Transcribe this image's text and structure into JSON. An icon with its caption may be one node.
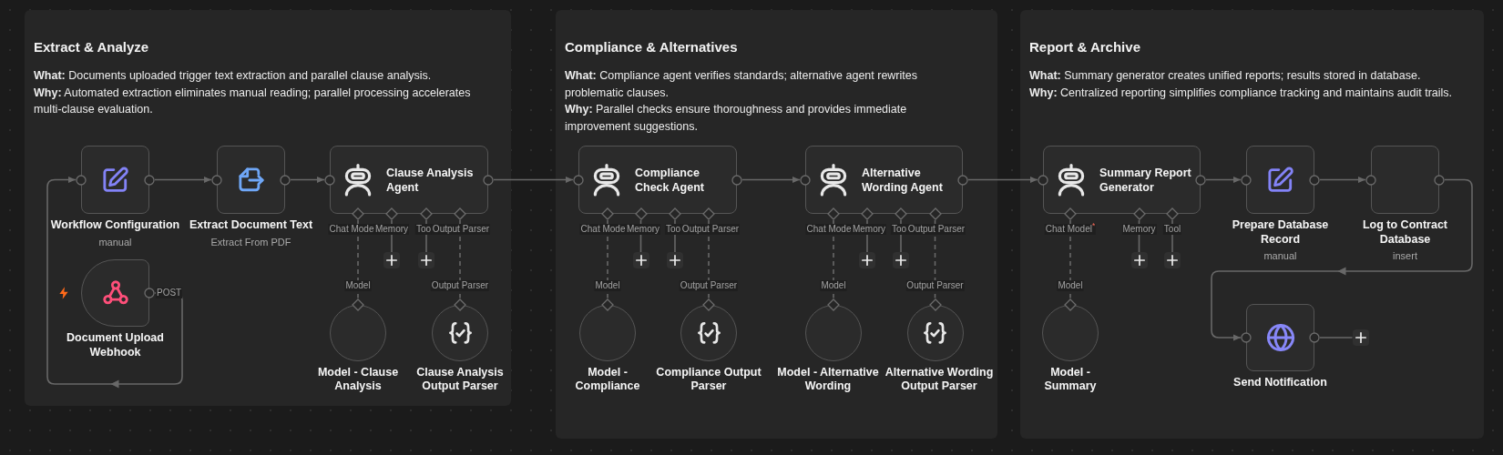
{
  "diagram": {
    "nodes": [
      {
        "text": [
          "Extract & Analyze",
          "**What:** Documents uploaded trigger text extraction and parallel clause analysis.",
          "**Why:** Automated extraction eliminates manual reading; parallel processing accelerates multi-clause evaluation."
        ]
      },
      {
        "text": [
          "Workflow Configuration",
          "manual"
        ],
        "in": 0
      },
      {
        "text": [
          "Extract Document Text",
          "Extract From PDF"
        ],
        "in": 0
      },
      {
        "text": [
          "Clause Analysis Agent"
        ],
        "in": 0,
        "beside": [
          "Chat Mode",
          "Memory",
          "Too",
          "Output Parser"
        ]
      },
      {
        "text": [],
        "shape": "box",
        "in": 0
      },
      {
        "text": [],
        "shape": "box",
        "in": 0
      },
      {
        "text": [
          "Document Upload Webhook"
        ],
        "in": 0,
        "beside": [
          "POST"
        ]
      },
      {
        "text": [
          "Model - Clause Analysis"
        ],
        "in": 0,
        "beside": [
          "Model"
        ]
      },
      {
        "text": [
          "Clause Analysis Output Parser"
        ],
        "in": 0,
        "beside": [
          "Output Parser"
        ]
      },
      {
        "text": [
          "Compliance & Alternatives",
          "**What:** Compliance agent verifies standards; alternative agent rewrites problematic clauses.",
          "**Why:** Parallel checks ensure thoroughness and provides immediate improvement suggestions."
        ]
      },
      {
        "text": [
          "Compliance Check Agent"
        ],
        "in": 9,
        "beside": [
          "Chat Mode",
          "Memory",
          "Too",
          "Output Parser"
        ]
      },
      {
        "text": [
          "Alternative Wording Agent"
        ],
        "in": 9,
        "beside": [
          "Chat Mode",
          "Memory",
          "Too",
          "Output Parser"
        ]
      },
      {
        "text": [],
        "shape": "box",
        "in": 9
      },
      {
        "text": [],
        "shape": "box",
        "in": 9
      },
      {
        "text": [],
        "shape": "box",
        "in": 9
      },
      {
        "text": [],
        "shape": "box",
        "in": 9
      },
      {
        "text": [
          "Model - Compliance"
        ],
        "in": 9,
        "beside": [
          "Model"
        ]
      },
      {
        "text": [
          "Compliance Output Parser"
        ],
        "in": 9,
        "beside": [
          "Output Parser"
        ]
      },
      {
        "text": [
          "Model - Alternative Wording"
        ],
        "in": 9,
        "beside": [
          "Model"
        ]
      },
      {
        "text": [
          "Alternative Wording Output Parser"
        ],
        "in": 9,
        "beside": [
          "Output Parser"
        ]
      },
      {
        "text": [
          "Report & Archive",
          "**What:** Summary generator creates unified reports; results stored in database.",
          "**Why:** Centralized reporting simplifies compliance tracking and maintains audit trails."
        ]
      },
      {
        "text": [
          "Summary Report Generator"
        ],
        "in": 20,
        "beside": [
          "Chat Model$^{*}$",
          "Memory",
          "Tool"
        ]
      },
      {
        "text": [
          "Prepare Database Record",
          "manual"
        ],
        "in": 20
      },
      {
        "text": [
          "Log to Contract Database",
          "insert"
        ],
        "in": 20
      },
      {
        "text": [],
        "shape": "box",
        "in": 20
      },
      {
        "text": [],
        "shape": "box",
        "in": 20
      },
      {
        "text": [
          "Model - Summary"
        ],
        "in": 20,
        "beside": [
          "Model"
        ]
      },
      {
        "text": [
          "Send Notification"
        ],
        "in": 20
      },
      {
        "text": [],
        "shape": "box",
        "in": 20
      }
    ],
    "edges": [
      {
        "from": 6,
        "to": 1,
        "arrow": "to"
      },
      {
        "from": 1,
        "to": 2,
        "arrow": "to"
      },
      {
        "from": 2,
        "to": 3,
        "arrow": "to"
      },
      {
        "from": 3,
        "to": 10,
        "arrow": "to"
      },
      {
        "from": 10,
        "to": 11,
        "arrow": "to"
      },
      {
        "from": 11,
        "to": 21,
        "arrow": "to"
      },
      {
        "from": 21,
        "to": 22,
        "arrow": "to"
      },
      {
        "from": 22,
        "to": 23,
        "arrow": "to"
      },
      {
        "from": 23,
        "to": 27,
        "arrow": "to"
      },
      {
        "from": 27,
        "to": 28,
        "arrow": "none"
      },
      {
        "from": 3,
        "to": 7,
        "arrow": "none",
        "style": "dashed"
      },
      {
        "from": 3,
        "to": 4,
        "arrow": "none"
      },
      {
        "from": 3,
        "to": 5,
        "arrow": "none"
      },
      {
        "from": 3,
        "to": 8,
        "arrow": "none",
        "style": "dashed"
      },
      {
        "from": 10,
        "to": 16,
        "arrow": "none",
        "style": "dashed"
      },
      {
        "from": 10,
        "to": 12,
        "arrow": "none"
      },
      {
        "from": 10,
        "to": 13,
        "arrow": "none"
      },
      {
        "from": 10,
        "to": 17,
        "arrow": "none",
        "style": "dashed"
      },
      {
        "from": 11,
        "to": 18,
        "arrow": "none",
        "style": "dashed"
      },
      {
        "from": 11,
        "to": 14,
        "arrow": "none"
      },
      {
        "from": 11,
        "to": 15,
        "arrow": "none"
      },
      {
        "from": 11,
        "to": 19,
        "arrow": "none",
        "style": "dashed"
      },
      {
        "from": 21,
        "to": 26,
        "arrow": "none",
        "style": "dashed"
      },
      {
        "from": 21,
        "to": 24,
        "arrow": "none"
      },
      {
        "from": 21,
        "to": 25,
        "arrow": "none"
      }
    ]
  }
}
